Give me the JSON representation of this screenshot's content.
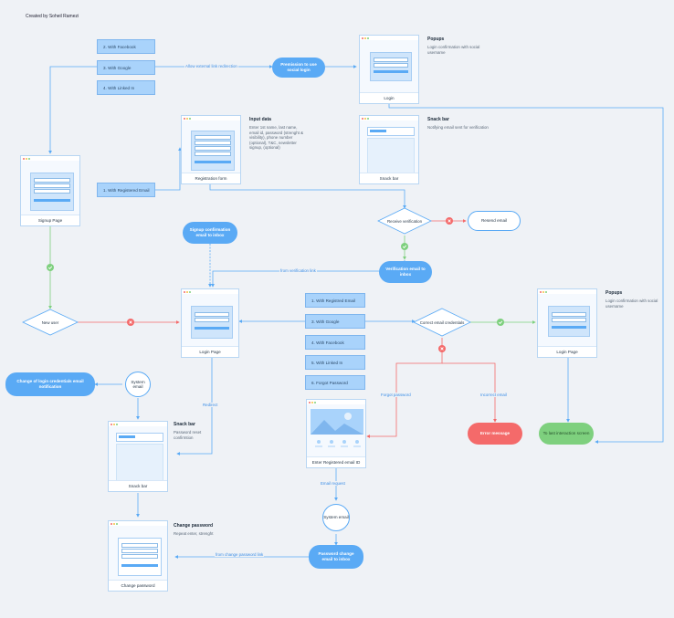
{
  "credit": "Created by Soheil Ramezi",
  "signup_options": [
    "2. With Facebook",
    "3. With Google",
    "4. With Linked In"
  ],
  "signup_registered_email": "1. With Registered Email",
  "login_options": [
    "1. With Registred Email",
    "3. With Google",
    "4. With Facebook",
    "5. With Linked In",
    "6. Forgot Password"
  ],
  "pills": {
    "permission": "Premission to use social login",
    "signup_confirmation": "Signup confirmation email to inbox",
    "verification_email": "Verification email to inbox",
    "change_login_credentials": "Change of login credentials email notification",
    "error_message": "Error message",
    "password_change_email": "Password change email to inbox",
    "to_last_screen": "To last interaction screen"
  },
  "screens": {
    "popup_top": "Login",
    "registration": "Registration form",
    "snackbar_top": "Snack bar",
    "signup": "Signup Page",
    "login_center": "Login Page",
    "popup_right": "Login Page",
    "snackbar_bottom": "Snack bar",
    "forgot_password": "Enter Registered email ID",
    "change_password": "Change password"
  },
  "notes": {
    "popups_top": {
      "title": "Popups",
      "desc": "Login confirmation with social username"
    },
    "input_data": {
      "title": "Input data",
      "desc": "Enter 1st name, last name, email id, password (strenght & visibility), phone number (optional), T&C, newsletter signup, (optional)"
    },
    "snack_top": {
      "title": "Snack bar",
      "desc": "Notifying email sent for verification"
    },
    "popups_right": {
      "title": "Popups",
      "desc": "Login confirmation with social username"
    },
    "snack_bottom": {
      "title": "Snack bar",
      "desc": "Password reset confirmtion"
    },
    "change_password": {
      "title": "Change password",
      "desc": "Repeat enter, strenght"
    }
  },
  "decisions": {
    "receive_verification": "Receive verification",
    "new_user": "New user",
    "correct_credentials": "Correct email credentials"
  },
  "circles": {
    "system_email_top": "System email",
    "system_email_bottom": "System email"
  },
  "edge_labels": {
    "allow_external": "Allow external link redirection",
    "resend_email": "Resend email",
    "from_verification": "from verification link",
    "redirect": "Redirect",
    "forgot_password": "Forgot password",
    "incorrect_email": "Incorrect email",
    "email_request": "Email request",
    "from_change_password": "from change password link"
  },
  "colors": {
    "accent": "#5aaaf5",
    "yes": "#7ed07e",
    "no": "#f46a6a",
    "background": "#eff2f6"
  }
}
